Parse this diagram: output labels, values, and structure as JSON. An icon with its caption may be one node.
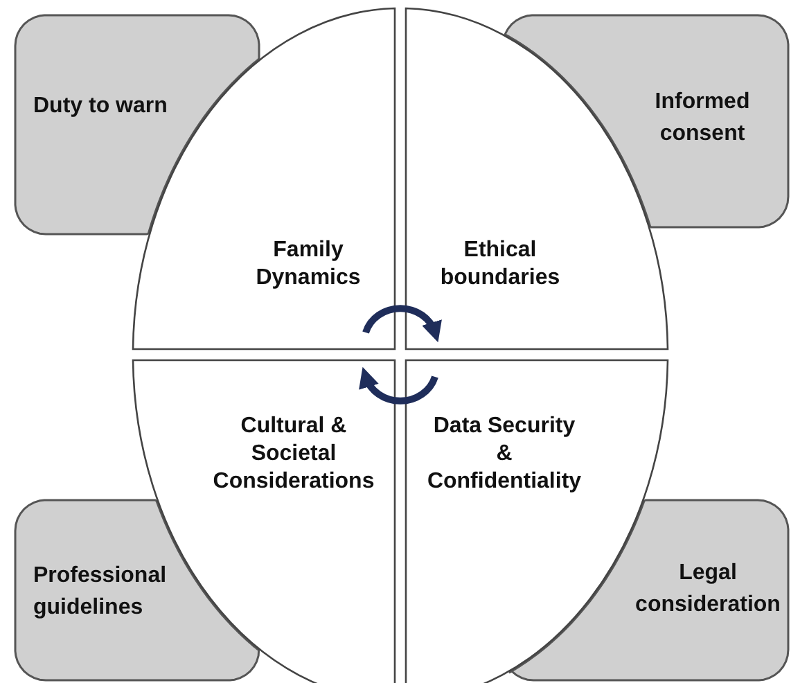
{
  "diagram": {
    "nodes": [
      {
        "text": [
          "Duty to warn"
        ]
      },
      {
        "text": [
          "Informed consent"
        ]
      },
      {
        "text": [
          "Family Dynamics"
        ]
      },
      {
        "text": [
          "Ethical boundaries"
        ]
      },
      {
        "text": [
          "Cultural & Societal Considerations"
        ]
      },
      {
        "text": [
          "Data Security & Confidentiality"
        ]
      },
      {
        "text": [
          "Professional guidelines"
        ]
      },
      {
        "text": [
          "Legal consideration"
        ]
      }
    ],
    "edges": [
      {
        "from": 2,
        "to": 3,
        "arrow": "to"
      },
      {
        "from": 5,
        "to": 4,
        "arrow": "to"
      }
    ]
  }
}
